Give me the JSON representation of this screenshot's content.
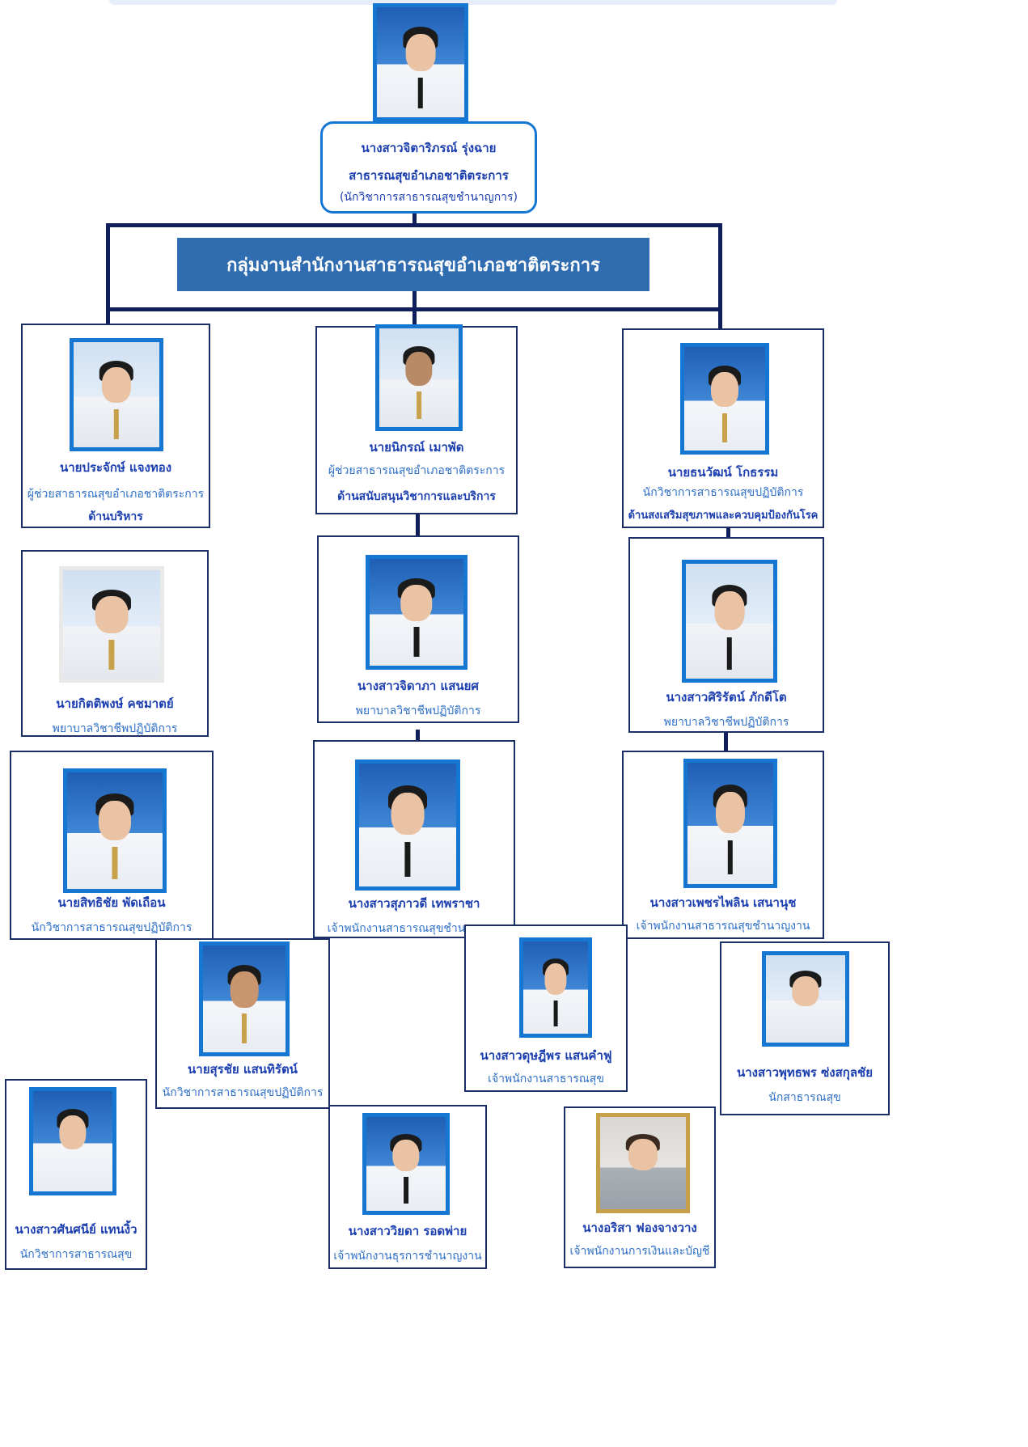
{
  "director": {
    "name": "นางสาวจิตาริภรณ์ รุ่งฉาย",
    "title": "สาธารณสุขอำเภอชาติตระการ",
    "position": "(นักวิชาการสาธารณสุขชำนาญการ)"
  },
  "group_banner": "กลุ่มงานสำนักงานสาธารณสุขอำเภอชาติตระการ",
  "staff": [
    {
      "name": "นายประจักษ์ แจงทอง",
      "position": "ผู้ช่วยสาธารณสุขอำเภอชาติตระการ",
      "area": "ด้านบริหาร"
    },
    {
      "name": "นายนิกรณ์ เมาพัด",
      "position": "ผู้ช่วยสาธารณสุขอำเภอชาติตระการ",
      "area": "ด้านสนับสนุนวิชาการและบริการ"
    },
    {
      "name": "นายธนวัฒน์ โกธรรม",
      "position": "นักวิชาการสาธารณสุขปฏิบัติการ",
      "area": "ด้านสงเสริมสุขภาพและควบคุมป้องกันโรค"
    },
    {
      "name": "นายกิตติพงษ์ คชมาตย์",
      "position": "พยาบาลวิชาชีพปฏิบัติการ"
    },
    {
      "name": "นางสาวจิดาภา แสนยศ",
      "position": "พยาบาลวิชาชีพปฏิบัติการ"
    },
    {
      "name": "นางสาวศิริรัตน์ ภักดีโต",
      "position": "พยาบาลวิชาชีพปฏิบัติการ"
    },
    {
      "name": "นายสิทธิชัย พัดเถือน",
      "position": "นักวิชาการสาธารณสุขปฏิบัติการ"
    },
    {
      "name": "นางสาวสุภาวดี เทพราชา",
      "position": "เจ้าพนักงานสาธารณสุขชำนาญงาน"
    },
    {
      "name": "นางสาวเพชรไพลิน เสนานุช",
      "position": "เจ้าพนักงานสาธารณสุขชำนาญงาน"
    },
    {
      "name": "นายสุรชัย แสนทิรัตน์",
      "position": "นักวิชาการสาธารณสุขปฏิบัติการ"
    },
    {
      "name": "นางสาวดุษฎีพร แสนคำฟู",
      "position": "เจ้าพนักงานสาธารณสุข"
    },
    {
      "name": "นางสาวพุทธพร ซ่งสกุลชัย",
      "position": "นักสาธารณสุข"
    },
    {
      "name": "นางสาวศันศนีย์ แทนงิ้ว",
      "position": "นักวิชาการสาธารณสุข"
    },
    {
      "name": "นางสาววิยดา รอดพ่าย",
      "position": "เจ้าพนักงานธุรการชำนาญงาน"
    },
    {
      "name": "นางอริสา ฟองจางวาง",
      "position": "เจ้าพนักงานการเงินและบัญชี"
    }
  ]
}
